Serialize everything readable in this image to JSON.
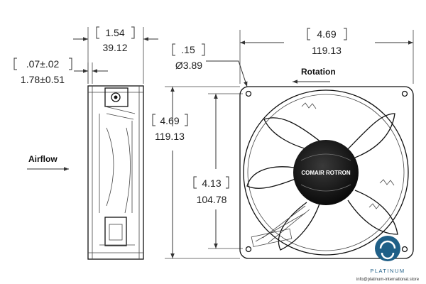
{
  "dimensions": {
    "side_width_in": "1.54",
    "side_width_mm": "39.12",
    "flange_in": ".07±.02",
    "flange_mm": "1.78±0.51",
    "height_in": "4.69",
    "height_mm": "119.13",
    "top_width_in": "4.69",
    "top_width_mm": "119.13",
    "hole_dia_in": ".15",
    "hole_dia_mm": "Ø3.89",
    "spacing_in": "4.13",
    "spacing_mm": "104.78"
  },
  "labels": {
    "airflow": "Airflow",
    "rotation": "Rotation"
  },
  "brand": {
    "hub_logo_text": "COMAIR ROTRON"
  },
  "watermark": {
    "name": "PLATINUM",
    "site": "info@platinum-international.store"
  },
  "colors": {
    "line": "#333333",
    "hub": "#111111",
    "watermark": "#1f5f87"
  }
}
